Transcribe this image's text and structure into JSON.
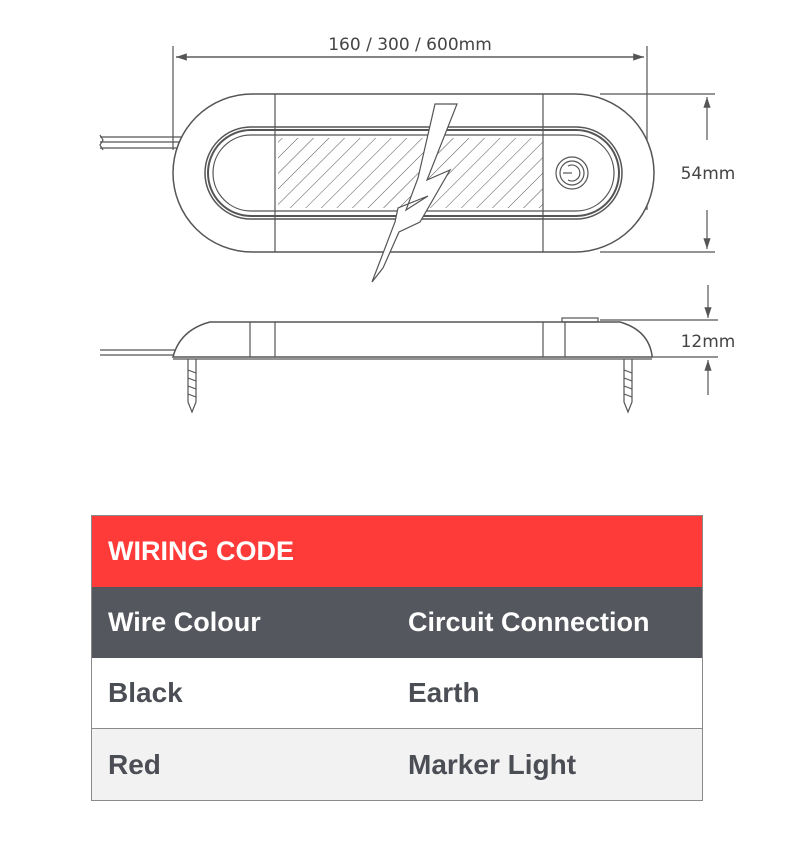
{
  "dimensions": {
    "length": "160 / 300 / 600mm",
    "width": "54mm",
    "height": "12mm"
  },
  "table": {
    "title": "WIRING CODE",
    "headers": [
      "Wire Colour",
      "Circuit Connection"
    ],
    "rows": [
      [
        "Black",
        "Earth"
      ],
      [
        "Red",
        "Marker Light"
      ]
    ]
  },
  "colors": {
    "title_bg": "#ff3b3a",
    "header_bg": "#55575e",
    "text": "#4c4e55"
  }
}
